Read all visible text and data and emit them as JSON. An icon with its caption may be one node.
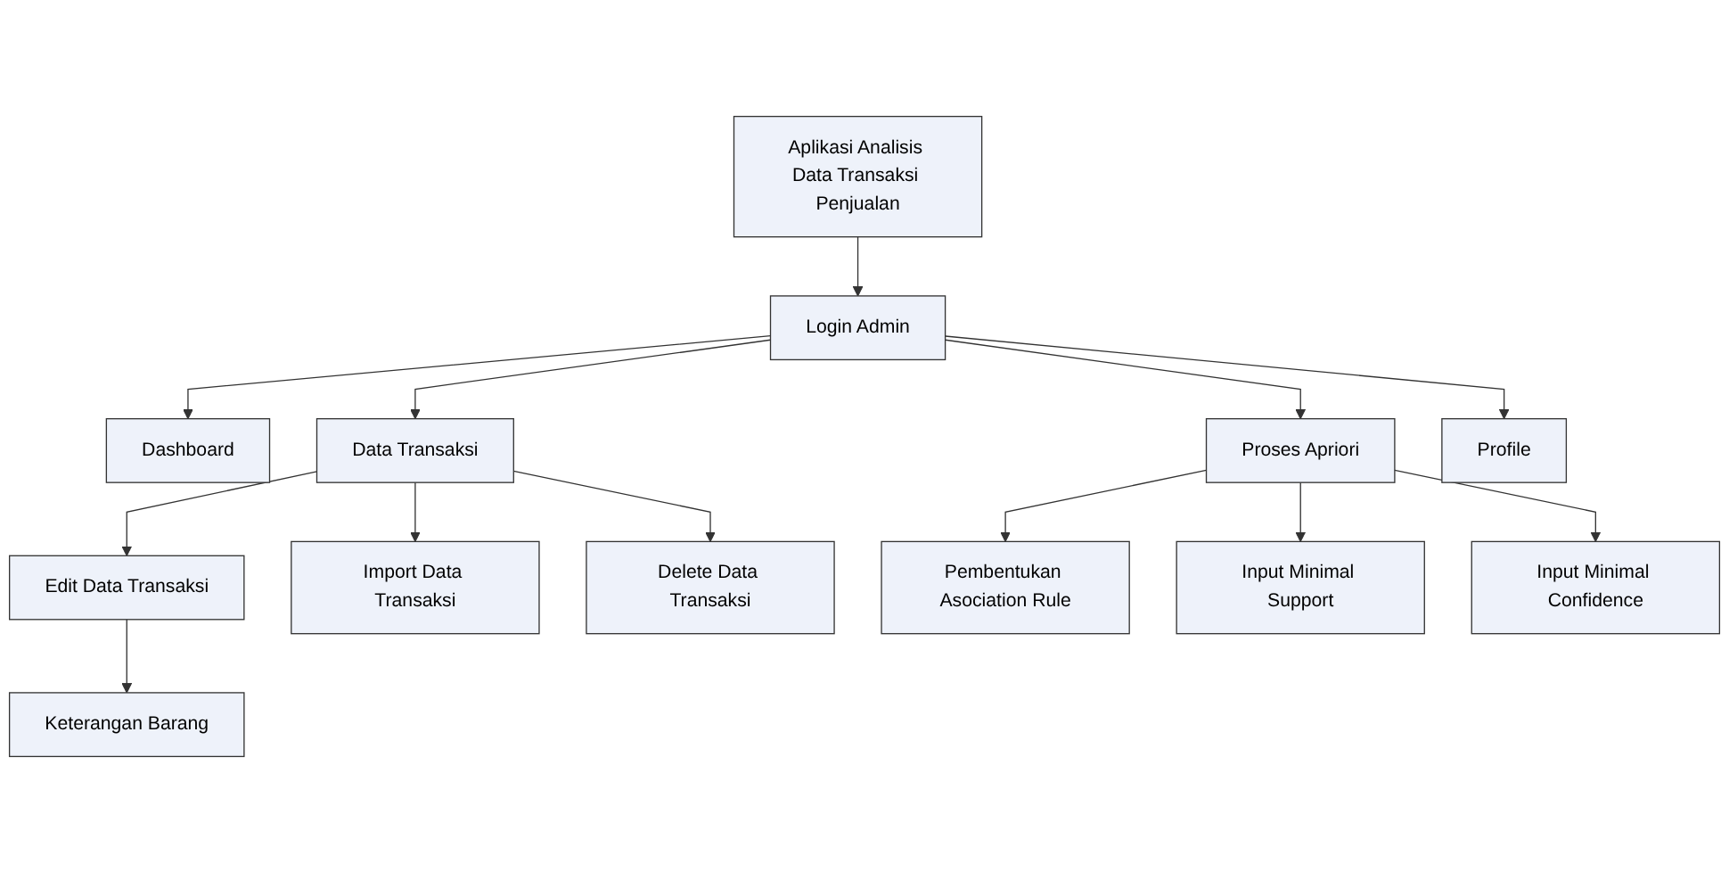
{
  "diagram": {
    "nodes": [
      {
        "text": [
          "Aplikasi Analisis Data Transaksi Penjualan"
        ]
      },
      {
        "text": [
          "Login Admin"
        ]
      },
      {
        "text": [
          "Dashboard"
        ]
      },
      {
        "text": [
          "Data Transaksi"
        ]
      },
      {
        "text": [
          "Proses Apriori"
        ]
      },
      {
        "text": [
          "Profile"
        ]
      },
      {
        "text": [
          "Edit Data Transaksi"
        ]
      },
      {
        "text": [
          "Import Data Transaksi"
        ]
      },
      {
        "text": [
          "Keterangan Barang"
        ]
      },
      {
        "text": [
          "Delete Data Transaksi"
        ]
      },
      {
        "text": [
          "Pembentukan Asociation Rule"
        ]
      },
      {
        "text": [
          "Input Minimal Support"
        ]
      },
      {
        "text": [
          "Input Minimal Confidence"
        ]
      }
    ],
    "edges": [
      {
        "from": 0,
        "to": 1,
        "arrow": "to"
      },
      {
        "from": 1,
        "to": 2,
        "arrow": "to"
      },
      {
        "from": 1,
        "to": 3,
        "arrow": "to"
      },
      {
        "from": 1,
        "to": 4,
        "arrow": "to"
      },
      {
        "from": 1,
        "to": 5,
        "arrow": "to"
      },
      {
        "from": 3,
        "to": 6,
        "arrow": "to"
      },
      {
        "from": 3,
        "to": 7,
        "arrow": "to"
      },
      {
        "from": 3,
        "to": 9,
        "arrow": "to"
      },
      {
        "from": 6,
        "to": 8,
        "arrow": "to"
      },
      {
        "from": 4,
        "to": 10,
        "arrow": "to"
      },
      {
        "from": 4,
        "to": 11,
        "arrow": "to"
      },
      {
        "from": 4,
        "to": 12,
        "arrow": "to"
      }
    ]
  }
}
